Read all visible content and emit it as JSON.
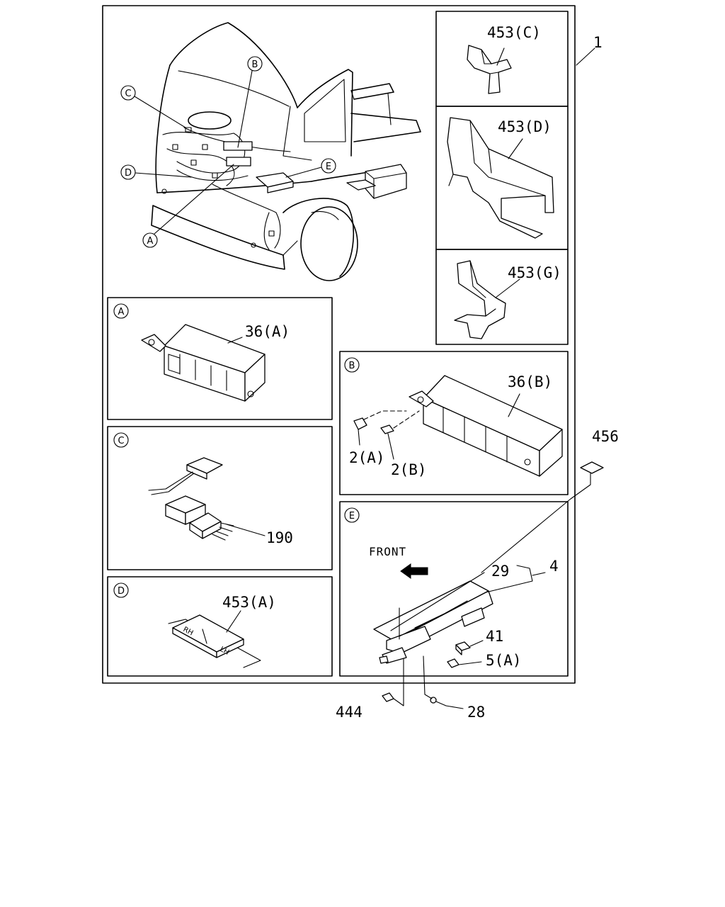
{
  "panels": {
    "A": {
      "letter": "A",
      "parts": [
        "36(A)"
      ]
    },
    "B": {
      "letter": "B",
      "parts": [
        "36(B)",
        "2(A)",
        "2(B)"
      ]
    },
    "C": {
      "letter": "C",
      "parts": [
        "190"
      ]
    },
    "D": {
      "letter": "D",
      "parts": [
        "453(A)"
      ],
      "arrow_labels": [
        "RH",
        "LH"
      ]
    },
    "E": {
      "letter": "E",
      "direction_text": "FRONT",
      "parts": [
        "29",
        "4",
        "41",
        "5(A)"
      ]
    },
    "top_right": [
      "453(C)",
      "453(D)",
      "453(G)"
    ]
  },
  "overview_callouts": [
    "B",
    "C",
    "D",
    "E",
    "A"
  ],
  "outside_parts": [
    "1",
    "456",
    "444",
    "28"
  ]
}
